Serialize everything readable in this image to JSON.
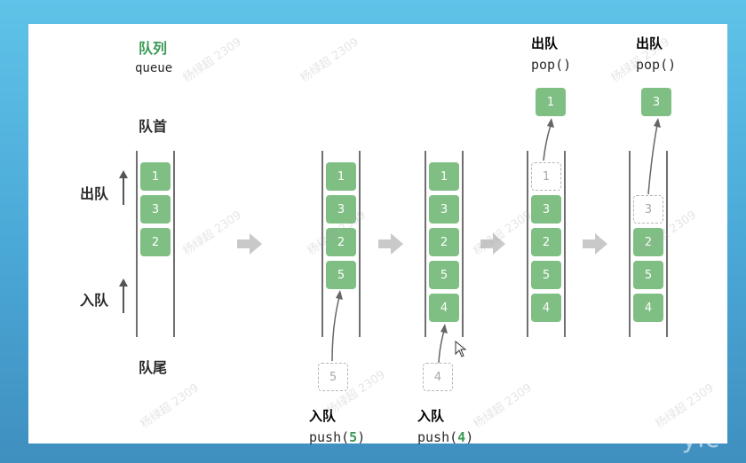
{
  "diagram": {
    "title": "队列",
    "subtitle": "queue",
    "head_label": "队首",
    "tail_label": "队尾",
    "dequeue_side_label": "出队",
    "enqueue_side_label": "入队",
    "colors": {
      "node": "#7fbf83",
      "title_accent": "#3b9a55",
      "line": "#6f6f6f",
      "arrow": "#c9c9c9"
    },
    "steps": [
      {
        "nodes": [
          "1",
          "3",
          "2"
        ]
      },
      {
        "nodes": [
          "1",
          "3",
          "2",
          "5"
        ],
        "incoming": "5",
        "op_cn": "入队",
        "op_fn": "push(",
        "op_arg": "5",
        "op_end": ")"
      },
      {
        "nodes": [
          "1",
          "3",
          "2",
          "5",
          "4"
        ],
        "incoming": "4",
        "op_cn": "入队",
        "op_fn": "push(",
        "op_arg": "4",
        "op_end": ")"
      },
      {
        "nodes": [
          "3",
          "2",
          "5",
          "4"
        ],
        "removed": "1",
        "ghost": "1",
        "op_cn": "出队",
        "op_fn": "pop()"
      },
      {
        "nodes": [
          "2",
          "5",
          "4"
        ],
        "removed": "3",
        "ghost": "3",
        "op_cn": "出队",
        "op_fn": "pop()"
      }
    ]
  },
  "watermark": "杨绿超 2309",
  "logo": "ylc"
}
